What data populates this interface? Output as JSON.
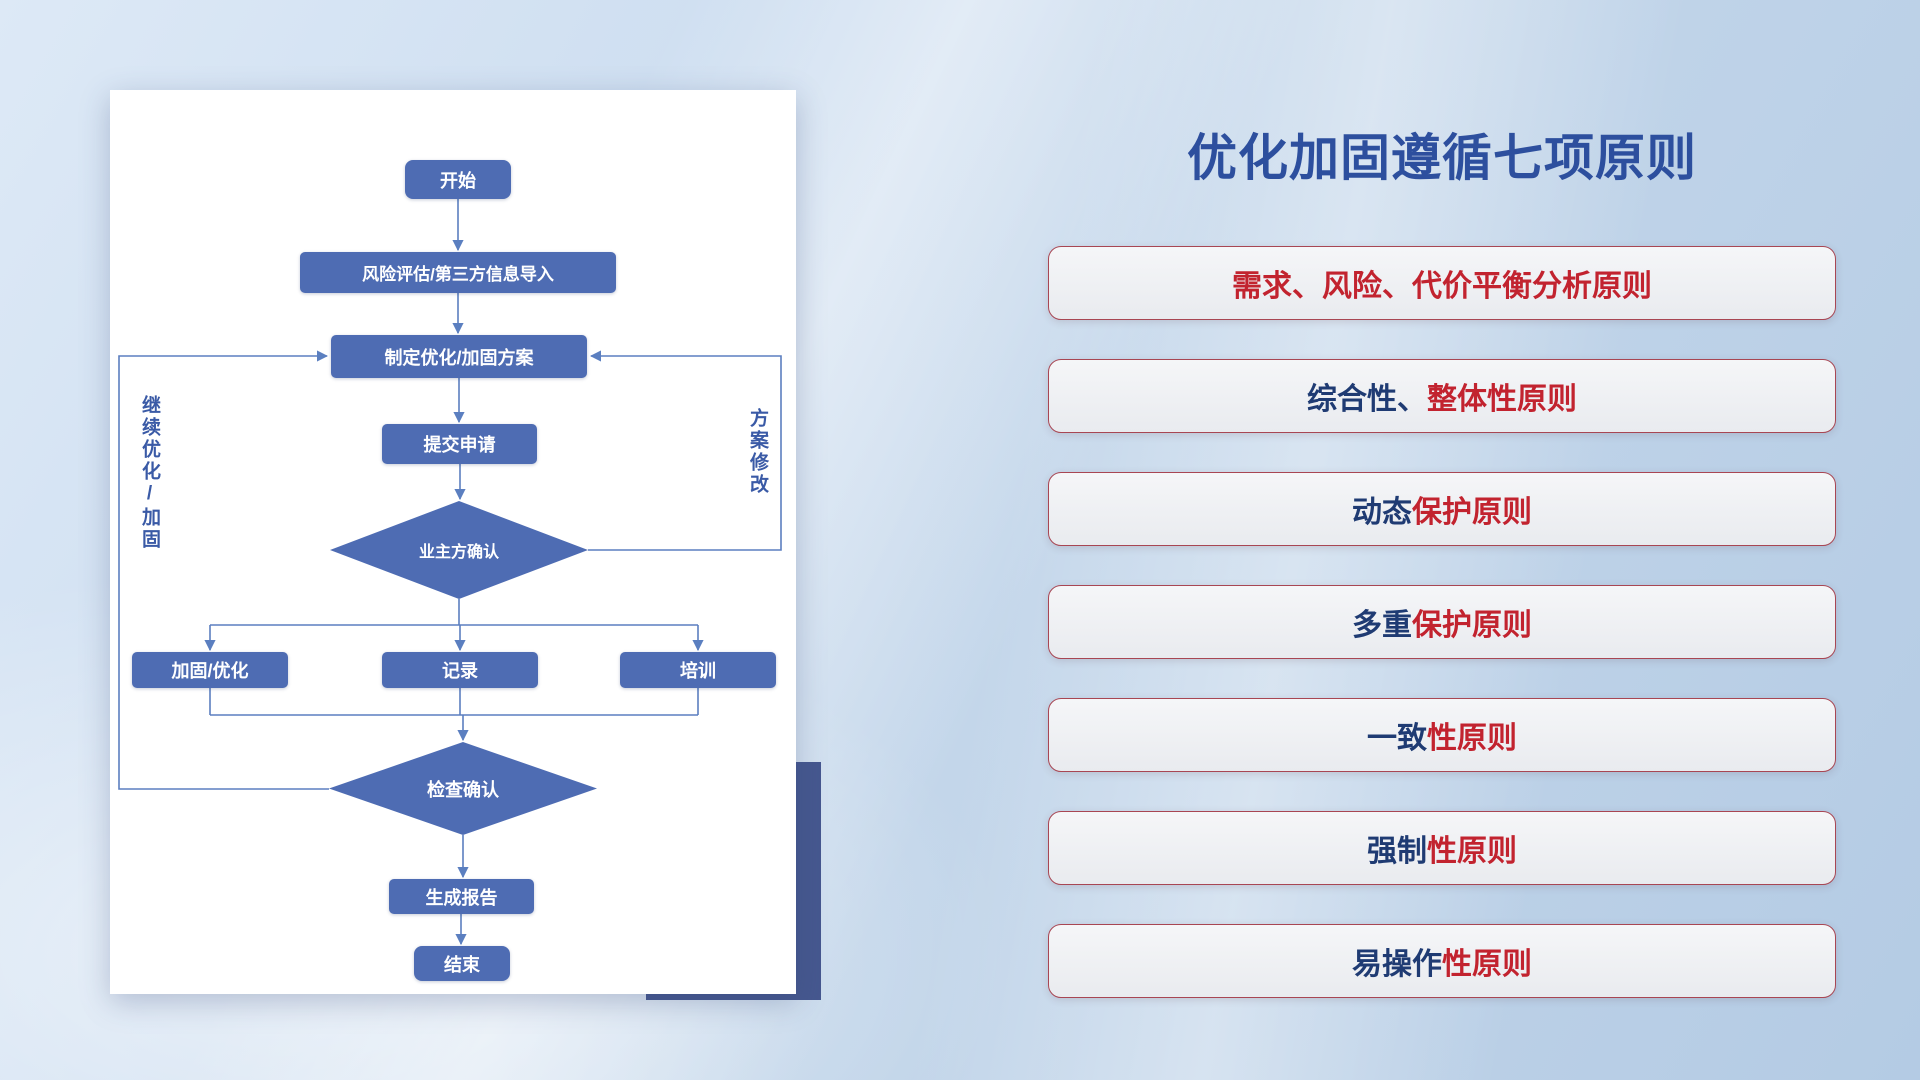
{
  "title": "优化加固遵循七项原则",
  "flowchart": {
    "nodes": {
      "start": "开始",
      "risk_import": "风险评估/第三方信息导入",
      "make_plan": "制定优化/加固方案",
      "submit": "提交申请",
      "owner_confirm": "业主方确认",
      "reinforce": "加固/优化",
      "record": "记录",
      "training": "培训",
      "check_confirm": "检查确认",
      "report": "生成报告",
      "end": "结束"
    },
    "loop_labels": {
      "left": "继续优化/加固",
      "right": "方案修改"
    }
  },
  "principles": [
    {
      "lead": "",
      "emphasis": "需求、风险、代价平衡分析原则"
    },
    {
      "lead": "综合性、",
      "emphasis": "整体性原则"
    },
    {
      "lead": "动态",
      "emphasis": "保护原则"
    },
    {
      "lead": "多重",
      "emphasis": "保护原则"
    },
    {
      "lead": "一致",
      "emphasis": "性原则"
    },
    {
      "lead": "强制",
      "emphasis": "性原则"
    },
    {
      "lead": "易操作",
      "emphasis": "性原则"
    }
  ],
  "colors": {
    "title": "#2d4f9e",
    "node_fill": "#4e6cb3",
    "node_text": "#ffffff",
    "connector": "#5b7fc0",
    "principle_lead": "#1f3b73",
    "principle_emphasis": "#c2232f",
    "principle_border": "#a84653",
    "accent_block": "#46588f"
  }
}
